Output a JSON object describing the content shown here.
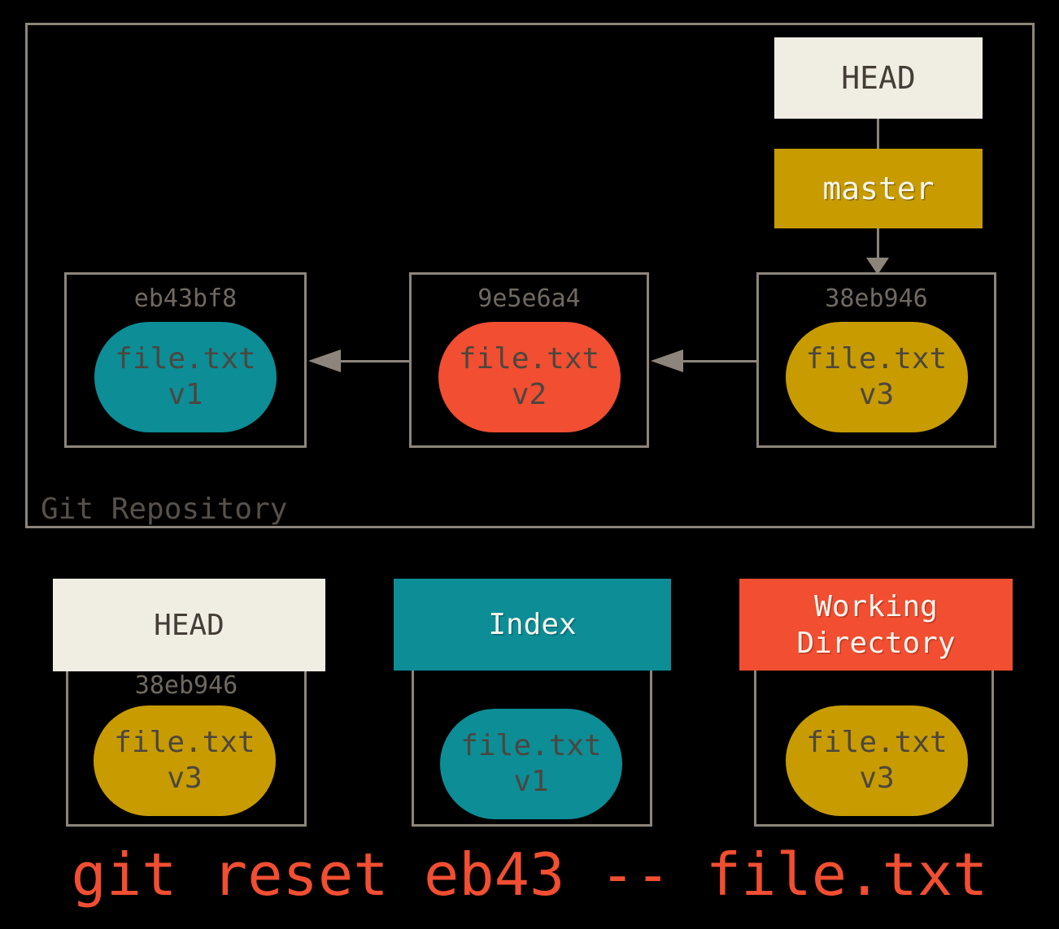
{
  "command": "git reset eb43 -- file.txt",
  "colors": {
    "background": "#000000",
    "cream": "#f0eee3",
    "gold": "#c89c00",
    "teal": "#0d8d96",
    "orange": "#f14e32",
    "line_gray": "#8d857b",
    "text_dark": "#4c463f",
    "text_hash_gray": "#6f6961",
    "text_light": "#f5f3ea"
  },
  "repository": {
    "label": "Git Repository",
    "head_ref": "HEAD",
    "branch_ref": "master",
    "commits": [
      {
        "hash": "eb43bf8",
        "file_line1": "file.txt",
        "file_line2": "v1"
      },
      {
        "hash": "9e5e6a4",
        "file_line1": "file.txt",
        "file_line2": "v2"
      },
      {
        "hash": "38eb946",
        "file_line1": "file.txt",
        "file_line2": "v3"
      }
    ]
  },
  "trees": {
    "head": {
      "title": "HEAD",
      "hash": "38eb946",
      "file_line1": "file.txt",
      "file_line2": "v3"
    },
    "index": {
      "title": "Index",
      "file_line1": "file.txt",
      "file_line2": "v1"
    },
    "working": {
      "title": "Working Directory",
      "file_line1": "file.txt",
      "file_line2": "v3"
    }
  }
}
